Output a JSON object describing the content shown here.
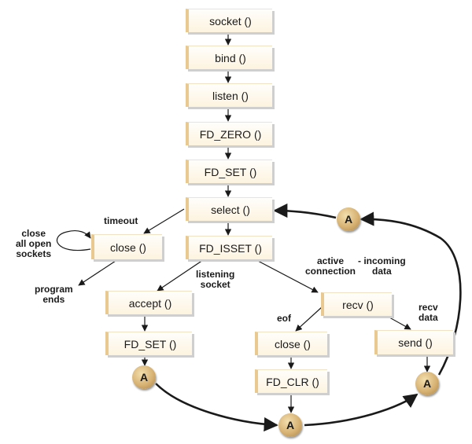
{
  "nodes": {
    "socket": "socket ()",
    "bind": "bind ()",
    "listen": "listen ()",
    "fd_zero": "FD_ZERO ()",
    "fd_set_top": "FD_SET ()",
    "select": "select ()",
    "close_left": "close ()",
    "fd_isset": "FD_ISSET ()",
    "accept": "accept ()",
    "fd_set_accept": "FD_SET ()",
    "recv": "recv ()",
    "close_eof": "close ()",
    "fd_clr": "FD_CLR ()",
    "send": "send ()"
  },
  "labels": {
    "timeout": "timeout",
    "close_all": "close\nall open\nsockets",
    "program_ends": "program\nends",
    "listening_socket": "listening\nsocket",
    "active_connection": "active\nconnection",
    "incoming_data": "- incoming\ndata",
    "eof": "eof",
    "recv_data": "recv\ndata"
  },
  "connector": "A",
  "colors": {
    "box_fill": "#fdf3df",
    "box_accent": "#e9c98f",
    "connector_fill": "#d7b273",
    "line": "#1a1a1a"
  }
}
